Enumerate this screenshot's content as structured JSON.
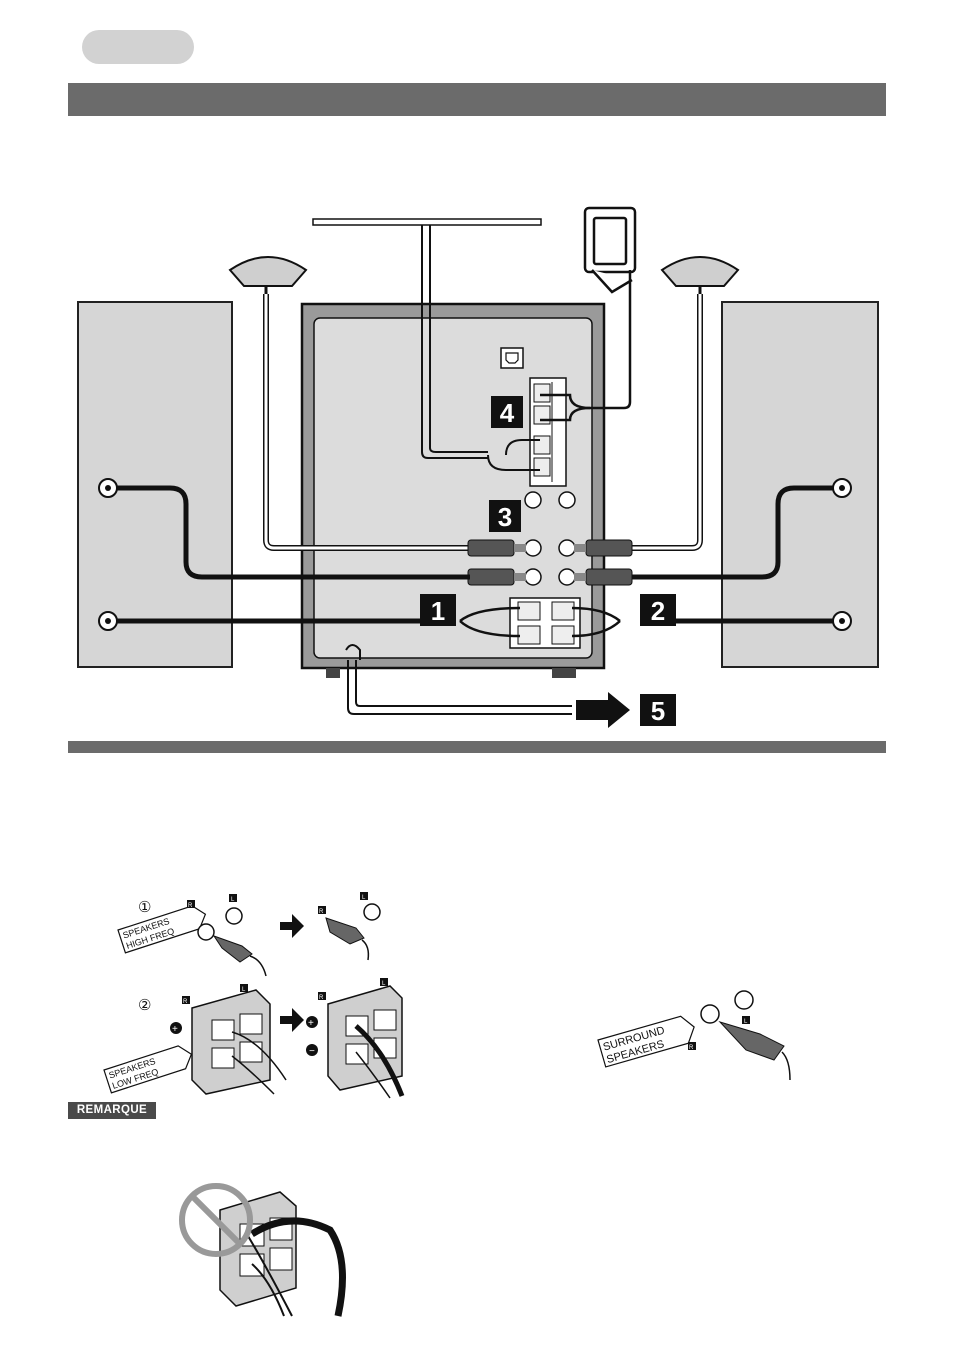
{
  "header": {
    "remark_label": "REMARQUE"
  },
  "steps": {
    "one": "1",
    "two": "2",
    "three": "3",
    "four": "4",
    "five": "5"
  },
  "jack_labels": {
    "right": "R",
    "left": "L",
    "high_freq_line1": "SPEAKERS",
    "high_freq_line2": "HIGH FREQ",
    "low_freq_line1": "SPEAKERS",
    "low_freq_line2": "LOW FREQ",
    "surround_line1": "SURROUND",
    "surround_line2": "SPEAKERS"
  },
  "sub_steps": {
    "first": "①",
    "second": "②"
  },
  "colors": {
    "bar": "#6b6b6b",
    "speaker_box": "#d6d6d6",
    "unit": "#cfcfcf",
    "cable": "#111111"
  }
}
